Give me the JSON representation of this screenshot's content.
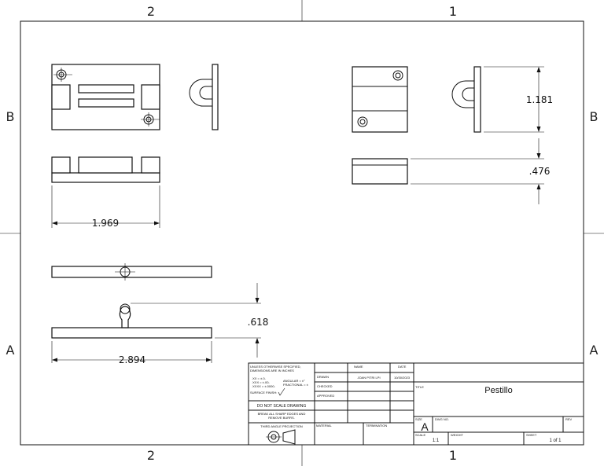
{
  "zones": {
    "top_left": "2",
    "top_right": "1",
    "bottom_left": "2",
    "bottom_right": "1",
    "left_upper": "B",
    "left_lower": "A",
    "right_upper": "B",
    "right_lower": "A"
  },
  "dimensions": {
    "width_top_view": "1.969",
    "height_right_view": "1.181",
    "thickness_right_view": ".476",
    "height_knob": ".618",
    "length_side": "2.894"
  },
  "title_block": {
    "unless_line1": "UNLESS OTHERWISE SPECIFIED,",
    "unless_line2": "DIMENSIONS ARE IN INCHES",
    "tol_xx": ".XX = ±.0-",
    "tol_xxx": ".XXX = ±.00-",
    "tol_xxxx": ".XXXX = ±.0000-",
    "tol_angular": "ANGULAR = ±°",
    "tol_fractional": "FRACTIONAL = ±",
    "surface_finish": "SURFACE FINISH:",
    "do_not_scale": "DO NOT SCALE DRAWING",
    "break_edges_1": "BREAK ALL SHARP EDGES AND",
    "break_edges_2": "REMOVE BURRS.",
    "projection": "THIRD ANGLE PROJECTION",
    "col_name": "NAME",
    "col_date": "DATE",
    "row_drawn": "DRAWN",
    "row_checked": "CHECKED",
    "row_approved": "APPROVED",
    "drawn_name": "JOAN PITRI LPI",
    "drawn_date": "10/30/2023",
    "material_label": "MATERIAL",
    "finish_label": "TERMINATION",
    "title_label": "TITLE",
    "title_value": "Pestillo",
    "size_label": "SIZE",
    "size_value": "A",
    "dwg_no_label": "DWG NO.",
    "rev_label": "REV",
    "scale_label": "SCALE",
    "scale_value": "1:1",
    "weight_label": "WEIGHT",
    "sheet_label": "SHEET",
    "sheet_value": "1 of 1"
  }
}
